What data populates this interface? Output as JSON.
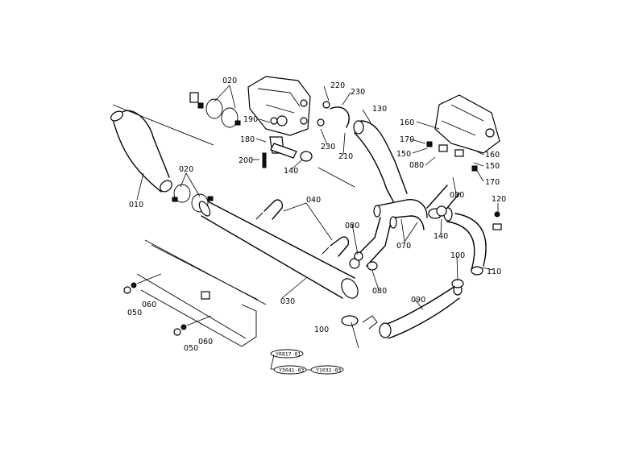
{
  "part_labels": {
    "p010": "010",
    "p020a": "020",
    "p020b": "020",
    "p030": "030",
    "p040": "040",
    "p050a": "050",
    "p050b": "050",
    "p060a": "060",
    "p060b": "060",
    "p070": "070",
    "p080a": "080",
    "p080b": "080",
    "p080c": "080",
    "p080d": "080",
    "p090": "090",
    "p100a": "100",
    "p100b": "100",
    "p110": "110",
    "p120": "120",
    "p130": "130",
    "p140a": "140",
    "p140b": "140",
    "p150a": "150",
    "p150b": "150",
    "p160a": "160",
    "p160b": "160",
    "p170a": "170",
    "p170b": "170",
    "p180": "180",
    "p190": "190",
    "p200": "200",
    "p210": "210",
    "p220": "220",
    "p230a": "230",
    "p230b": "230"
  },
  "references": {
    "ref1": "Y0817-01",
    "ref2": "Y3041-03",
    "ref3": "Y1032-03"
  }
}
